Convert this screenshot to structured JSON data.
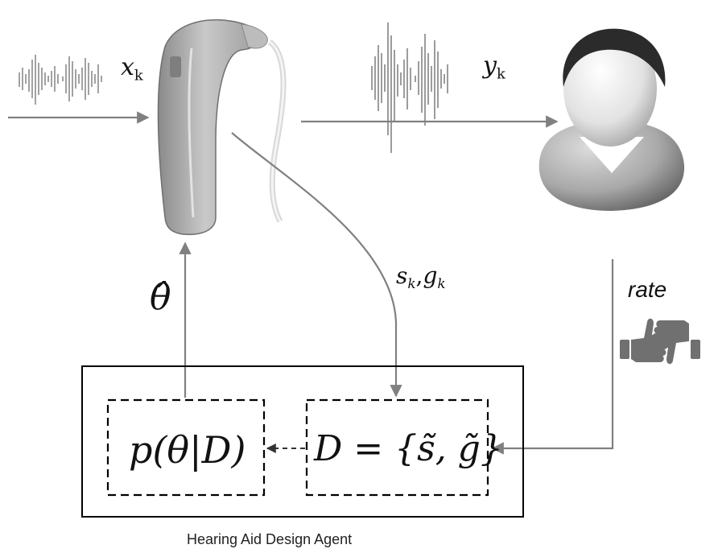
{
  "input_signal_label": {
    "main": "x",
    "sub": "k"
  },
  "output_signal_label": {
    "main": "y",
    "sub": "k"
  },
  "feedback_label": {
    "s": "s",
    "s_sub": "k",
    "sep": ",",
    "g": "g",
    "g_sub": "k"
  },
  "theta_hat_label": "θ̂",
  "rate_label": "rate",
  "agent": {
    "caption": "Hearing Aid Design Agent",
    "posterior_formula": "p(θ|D)",
    "dataset_formula": "D = {s̃, g̃}"
  },
  "icons": [
    "hearing-aid-icon",
    "waveform-icon",
    "user-avatar-icon",
    "thumbs-up-icon",
    "thumbs-down-icon"
  ],
  "colors": {
    "arrow": "#808080",
    "box_border": "#000000",
    "hearing_aid": "#a9a9a9",
    "hair": "#2b2b2b"
  }
}
